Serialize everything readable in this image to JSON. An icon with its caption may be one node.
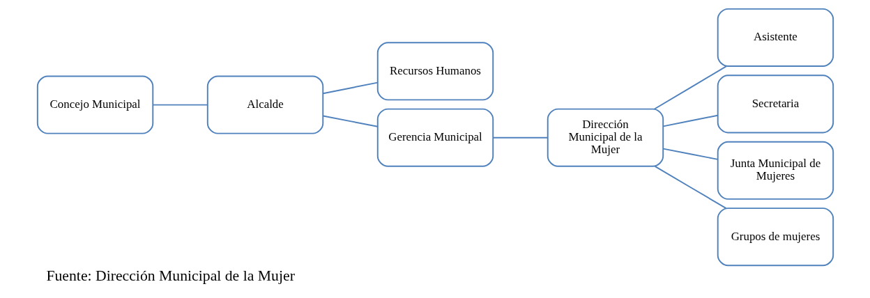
{
  "diagram": {
    "caption": "Fuente: Dirección Municipal de la Mujer",
    "nodes": [
      {
        "text": [
          "Concejo Municipal"
        ]
      },
      {
        "text": [
          "Alcalde"
        ]
      },
      {
        "text": [
          "Recursos Humanos"
        ]
      },
      {
        "text": [
          "Gerencia Municipal"
        ]
      },
      {
        "text": [
          "Dirección Municipal de la Mujer"
        ]
      },
      {
        "text": [
          "Asistente"
        ]
      },
      {
        "text": [
          "Secretaria"
        ]
      },
      {
        "text": [
          "Junta Municipal de Mujeres"
        ]
      },
      {
        "text": [
          "Grupos de mujeres"
        ]
      }
    ],
    "edges": [
      {
        "from": 0,
        "to": 1,
        "arrow": "none"
      },
      {
        "from": 1,
        "to": 2,
        "arrow": "none"
      },
      {
        "from": 1,
        "to": 3,
        "arrow": "none"
      },
      {
        "from": 3,
        "to": 4,
        "arrow": "none"
      },
      {
        "from": 4,
        "to": 5,
        "arrow": "none"
      },
      {
        "from": 4,
        "to": 6,
        "arrow": "none"
      },
      {
        "from": 4,
        "to": 7,
        "arrow": "none"
      },
      {
        "from": 4,
        "to": 8,
        "arrow": "none"
      }
    ]
  }
}
